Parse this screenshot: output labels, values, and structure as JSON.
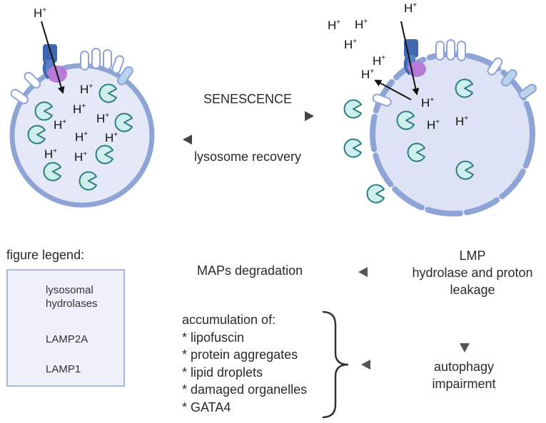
{
  "arrows": {
    "forward_label": "SENESCENCE",
    "backward_label": "lysosome recovery"
  },
  "proton_label": "H+",
  "legend": {
    "title": "figure legend:",
    "items": [
      {
        "icon": "hydrolase-icon",
        "label_lines": [
          "lysosomal",
          "hydrolases"
        ]
      },
      {
        "icon": "lamp2a-icon",
        "label_lines": [
          "LAMP2A"
        ]
      },
      {
        "icon": "lamp1-icon",
        "label_lines": [
          "LAMP1"
        ]
      }
    ]
  },
  "flow": {
    "lmp_lines": [
      "LMP",
      "hydrolase and proton",
      "leakage"
    ],
    "maps": "MAPs degradation",
    "autophagy_lines": [
      "autophagy",
      "impairment"
    ],
    "accumulation_title": "accumulation of:",
    "accumulation_items": [
      "* lipofuscin",
      "* protein aggregates",
      "* lipid droplets",
      "* damaged organelles",
      "* GATA4"
    ]
  },
  "colors": {
    "lysosome_fill": "#e4e8f7",
    "lysosome_stroke": "#8ea4d6",
    "hydrolase_fill": "#cfeeee",
    "hydrolase_stroke": "#2c7f7f",
    "lamp1_fill": "#b9d3ee",
    "lamp2a_fill": "#ffffff",
    "pump_blue": "#3f66b0",
    "pump_purple": "#b77ad6",
    "arrow": "#555555"
  }
}
